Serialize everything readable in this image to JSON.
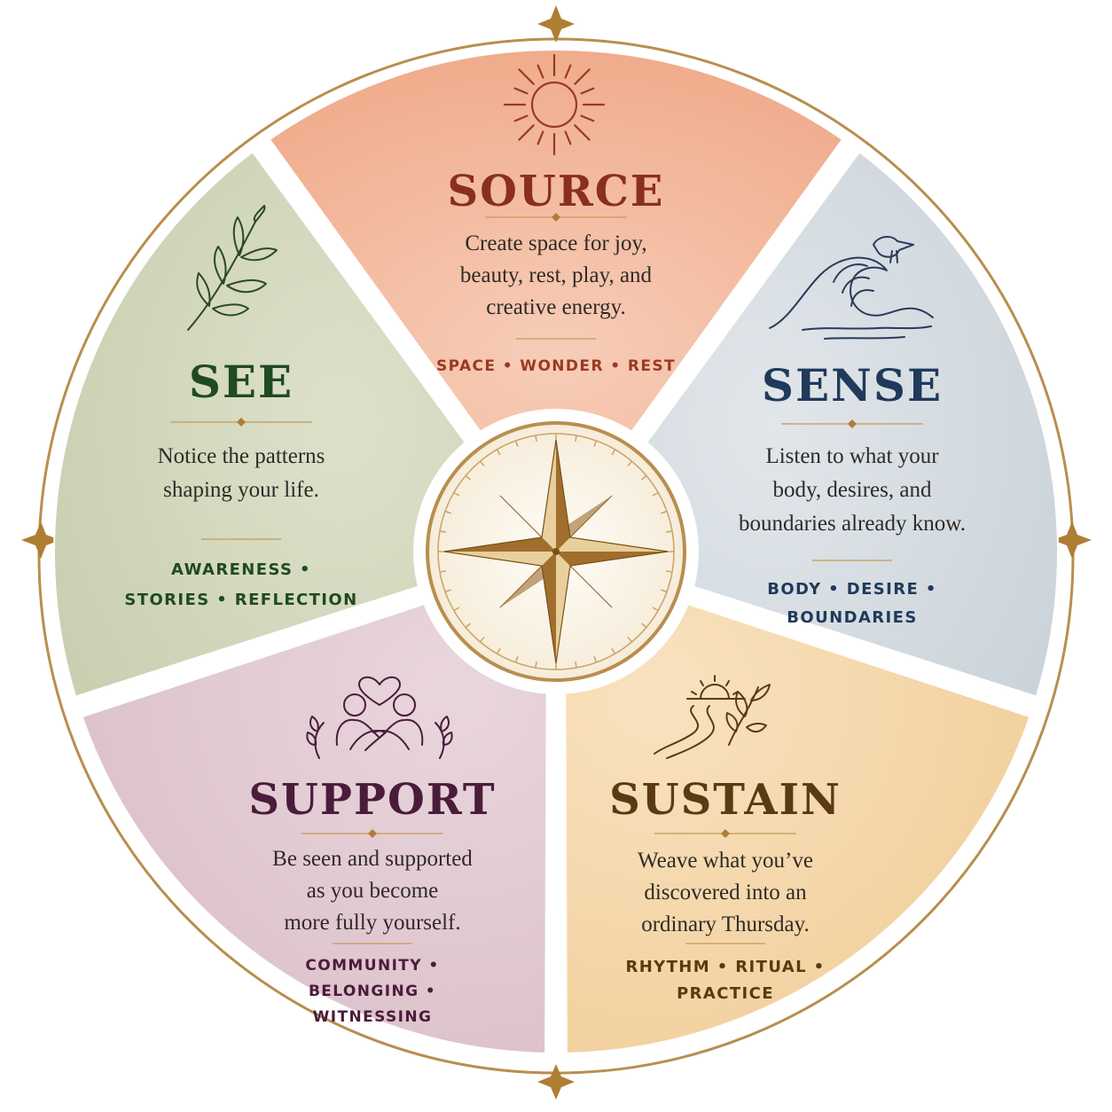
{
  "diagram": {
    "center": {
      "icon": "compass-rose-icon"
    },
    "segments": [
      {
        "id": "source",
        "title": "SOURCE",
        "desc_lines": [
          "Create space for joy,",
          "beauty, rest, play, and",
          "creative energy."
        ],
        "tags_lines": [
          "SPACE • WONDER • REST"
        ],
        "icon": "sun-icon",
        "fill": "#f2b497",
        "title_color": "#8a2f1d",
        "tag_color": "#9a3a24"
      },
      {
        "id": "sense",
        "title": "SENSE",
        "desc_lines": [
          "Listen to what your",
          "body, desires, and",
          "boundaries already know."
        ],
        "tags_lines": [
          "BODY • DESIRE •",
          "BOUNDARIES"
        ],
        "icon": "wave-bird-icon",
        "fill": "#d4dbe0",
        "title_color": "#1f3a5a",
        "tag_color": "#1f3a5a"
      },
      {
        "id": "sustain",
        "title": "SUSTAIN",
        "desc_lines": [
          "Weave what you’ve",
          "discovered into an",
          "ordinary Thursday."
        ],
        "tags_lines": [
          "RHYTHM • RITUAL •",
          "PRACTICE"
        ],
        "icon": "path-sunrise-icon",
        "fill": "#f5d9ae",
        "title_color": "#5a3a12",
        "tag_color": "#5a3a12"
      },
      {
        "id": "support",
        "title": "SUPPORT",
        "desc_lines": [
          "Be seen and supported",
          "as you become",
          "more fully yourself."
        ],
        "tags_lines": [
          "COMMUNITY •",
          "BELONGING •",
          "WITNESSING"
        ],
        "icon": "embrace-heart-icon",
        "fill": "#e2cad2",
        "title_color": "#4a1c3a",
        "tag_color": "#4a1c3a"
      },
      {
        "id": "see",
        "title": "SEE",
        "desc_lines": [
          "Notice the patterns",
          "shaping your life."
        ],
        "tags_lines": [
          "AWARENESS •",
          "STORIES • REFLECTION"
        ],
        "icon": "leaf-branch-icon",
        "fill": "#d3d8bf",
        "title_color": "#1f4a22",
        "tag_color": "#1f4a22"
      }
    ],
    "colors": {
      "ring": "#b98e4e",
      "gold": "#b07d34",
      "gold_light": "#e9d2a3",
      "divider": "#c9a467",
      "bg": "#ffffff"
    }
  }
}
